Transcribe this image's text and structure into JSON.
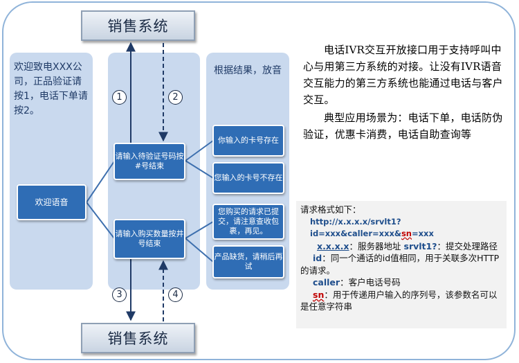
{
  "top_system": "销售系统",
  "bottom_system": "销售系统",
  "left_column": {
    "text": "欢迎致电XXX公司，正品验证请按1，电话下单请按2。",
    "welcome_box": "欢迎语音"
  },
  "middle_column": {
    "verify_box": "请输入待验证号码按#号结束",
    "buy_box": "请输入购买数量按井号结束"
  },
  "right_column": {
    "text": "根据结果，放音",
    "results": [
      "你输入的卡号存在",
      "您输入的卡号不存在",
      "您购买的请求已提交，请注意查收包裹，再见。",
      "产品缺货，请稍后再试"
    ]
  },
  "steps": [
    "1",
    "2",
    "3",
    "4"
  ],
  "description": {
    "p1": "电话IVR交互开放接口用于支持呼叫中心与用第三方系统的对接。让没有IVR语音交互能力的第三方系统也能通过电话与客户交互。",
    "p2": "典型应用场景为：电话下单，电话防伪验证，优惠卡消费，电话自助查询等"
  },
  "format": {
    "title": "请求格式如下：",
    "url_prefix": "http://x.x.x.x/srvlt1? id=xxx&caller=xxx&",
    "url_sn": "sn",
    "url_suffix": "=xxx",
    "addr_key": "x.x.x.x",
    "addr_mid": "：服务器地址",
    "addr_key2": "srvlt1?",
    "addr_desc": "：提交处理路径",
    "id_key": "id",
    "id_desc": "：同一个通话的id值相同，用于关联多次HTTP的请求。",
    "caller_key": "caller",
    "caller_desc": "：客户电话号码",
    "sn_key": "sn",
    "sn_desc": "：用于传递用户输入的序列号，该参数名可以是任意字符串"
  },
  "colors": {
    "box_blue": "#2f6db5",
    "column_bg": "#c9d9ee",
    "frame": "#8fb3d9",
    "sn_red": "#c00000"
  }
}
